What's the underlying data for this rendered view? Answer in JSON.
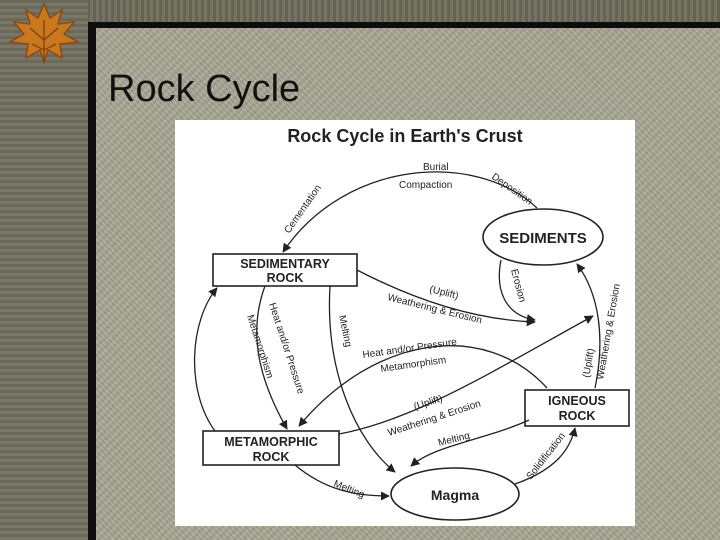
{
  "slide": {
    "title": "Rock Cycle"
  },
  "diagram": {
    "title": "Rock Cycle in Earth's Crust",
    "nodes": {
      "sediments": "SEDIMENTS",
      "sedimentary_line1": "SEDIMENTARY",
      "sedimentary_line2": "ROCK",
      "metamorphic_line1": "METAMORPHIC",
      "metamorphic_line2": "ROCK",
      "igneous_line1": "IGNEOUS",
      "igneous_line2": "ROCK",
      "magma": "Magma"
    },
    "labels": {
      "burial": "Burial",
      "compaction": "Compaction",
      "deposition": "Deposition",
      "cementation": "Cementation",
      "erosion": "Erosion",
      "uplift_1": "(Uplift)",
      "weathering_erosion_1": "Weathering & Erosion",
      "heat_pressure_1": "Heat and/or Pressure",
      "metamorphism_1": "Metamorphism",
      "melting_1": "Melting",
      "heat_pressure_2": "Heat and/or Pressure",
      "metamorphism_2": "Metamorphism",
      "uplift_2": "(Uplift)",
      "weathering_erosion_2": "Weathering & Erosion",
      "uplift_3": "(Uplift)",
      "weathering_erosion_3": "Weathering & Erosion",
      "melting_2": "Melting",
      "solidification": "Solidification",
      "melting_3": "Melting"
    }
  },
  "colors": {
    "frame": "#0d0d0d",
    "panel": "#a9a792",
    "figure_bg": "#ffffff",
    "ink": "#222222"
  }
}
